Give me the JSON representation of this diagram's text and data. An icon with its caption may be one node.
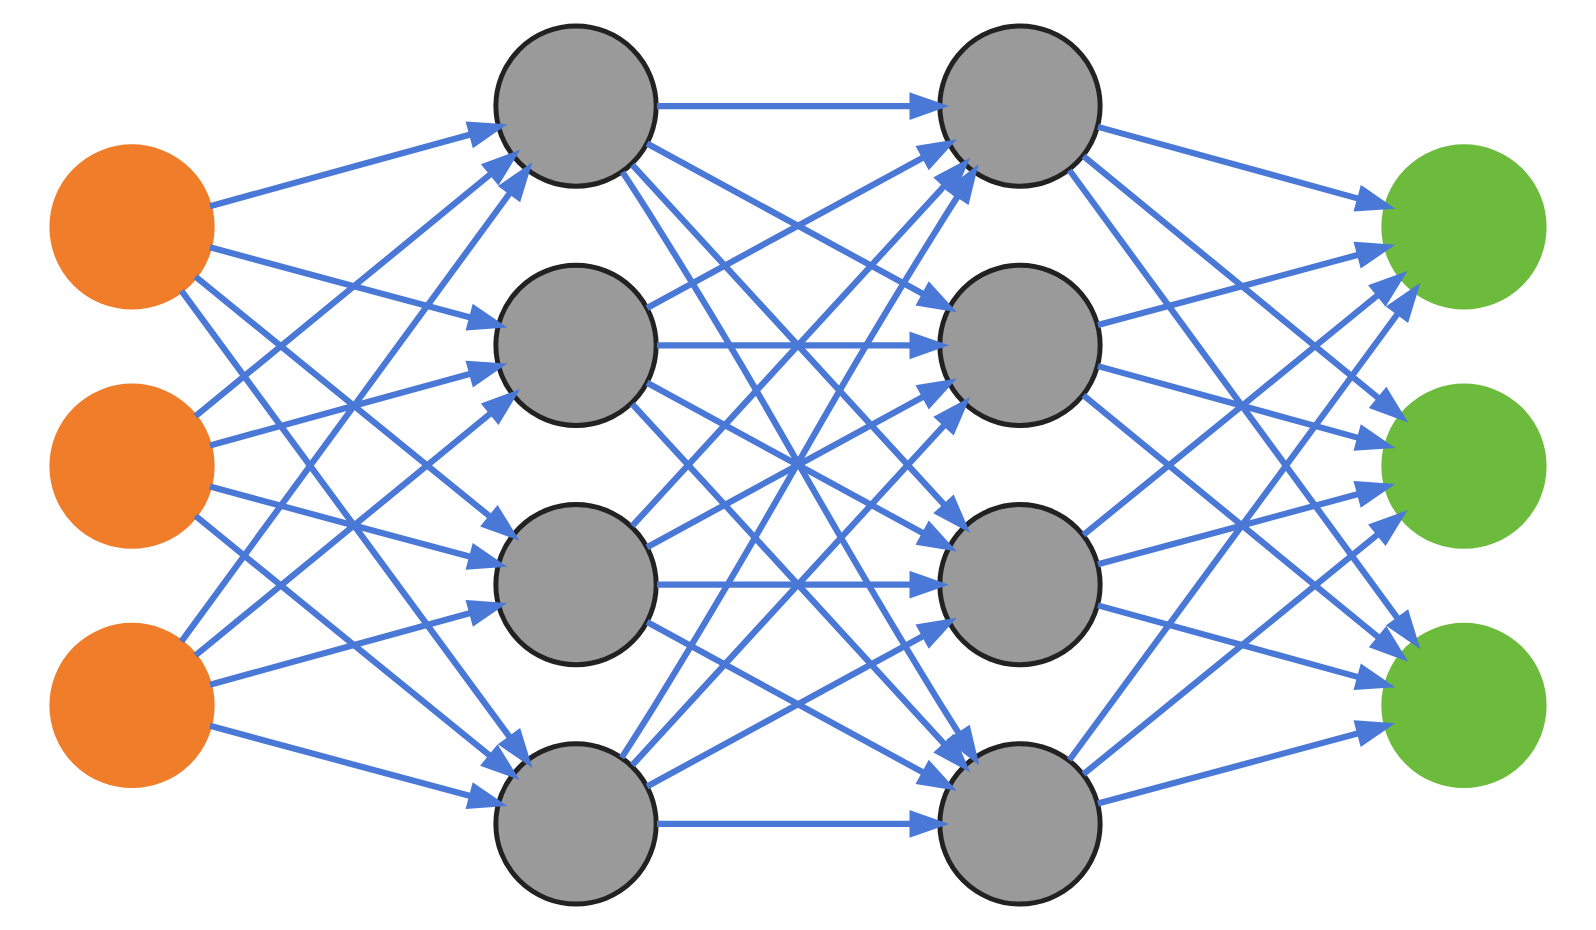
{
  "diagram": {
    "nodes": [
      {
        "text": [],
        "shape": "circle"
      },
      {
        "text": [],
        "shape": "circle"
      },
      {
        "text": [],
        "shape": "circle"
      },
      {
        "text": [],
        "shape": "circle"
      },
      {
        "text": [],
        "shape": "circle"
      },
      {
        "text": [],
        "shape": "circle"
      },
      {
        "text": [],
        "shape": "circle"
      },
      {
        "text": [],
        "shape": "circle"
      },
      {
        "text": [],
        "shape": "circle"
      },
      {
        "text": [],
        "shape": "circle"
      },
      {
        "text": [],
        "shape": "circle"
      },
      {
        "text": [],
        "shape": "circle"
      },
      {
        "text": [],
        "shape": "circle"
      },
      {
        "text": [],
        "shape": "circle"
      }
    ],
    "edges": [
      {
        "from": 0,
        "to": 3,
        "arrow": "to"
      },
      {
        "from": 0,
        "to": 4,
        "arrow": "to"
      },
      {
        "from": 0,
        "to": 5,
        "arrow": "to"
      },
      {
        "from": 0,
        "to": 6,
        "arrow": "to"
      },
      {
        "from": 1,
        "to": 3,
        "arrow": "to"
      },
      {
        "from": 1,
        "to": 4,
        "arrow": "to"
      },
      {
        "from": 1,
        "to": 5,
        "arrow": "to"
      },
      {
        "from": 1,
        "to": 6,
        "arrow": "to"
      },
      {
        "from": 2,
        "to": 3,
        "arrow": "to"
      },
      {
        "from": 2,
        "to": 4,
        "arrow": "to"
      },
      {
        "from": 2,
        "to": 5,
        "arrow": "to"
      },
      {
        "from": 2,
        "to": 6,
        "arrow": "to"
      },
      {
        "from": 3,
        "to": 7,
        "arrow": "to"
      },
      {
        "from": 3,
        "to": 8,
        "arrow": "to"
      },
      {
        "from": 3,
        "to": 9,
        "arrow": "to"
      },
      {
        "from": 3,
        "to": 10,
        "arrow": "to"
      },
      {
        "from": 4,
        "to": 7,
        "arrow": "to"
      },
      {
        "from": 4,
        "to": 8,
        "arrow": "to"
      },
      {
        "from": 4,
        "to": 9,
        "arrow": "to"
      },
      {
        "from": 4,
        "to": 10,
        "arrow": "to"
      },
      {
        "from": 5,
        "to": 7,
        "arrow": "to"
      },
      {
        "from": 5,
        "to": 8,
        "arrow": "to"
      },
      {
        "from": 5,
        "to": 9,
        "arrow": "to"
      },
      {
        "from": 5,
        "to": 10,
        "arrow": "to"
      },
      {
        "from": 6,
        "to": 7,
        "arrow": "to"
      },
      {
        "from": 6,
        "to": 8,
        "arrow": "to"
      },
      {
        "from": 6,
        "to": 9,
        "arrow": "to"
      },
      {
        "from": 6,
        "to": 10,
        "arrow": "to"
      },
      {
        "from": 7,
        "to": 11,
        "arrow": "to"
      },
      {
        "from": 7,
        "to": 12,
        "arrow": "to"
      },
      {
        "from": 7,
        "to": 13,
        "arrow": "to"
      },
      {
        "from": 8,
        "to": 11,
        "arrow": "to"
      },
      {
        "from": 8,
        "to": 12,
        "arrow": "to"
      },
      {
        "from": 8,
        "to": 13,
        "arrow": "to"
      },
      {
        "from": 9,
        "to": 11,
        "arrow": "to"
      },
      {
        "from": 9,
        "to": 12,
        "arrow": "to"
      },
      {
        "from": 9,
        "to": 13,
        "arrow": "to"
      },
      {
        "from": 10,
        "to": 11,
        "arrow": "to"
      },
      {
        "from": 10,
        "to": 12,
        "arrow": "to"
      },
      {
        "from": 10,
        "to": 13,
        "arrow": "to"
      }
    ]
  }
}
